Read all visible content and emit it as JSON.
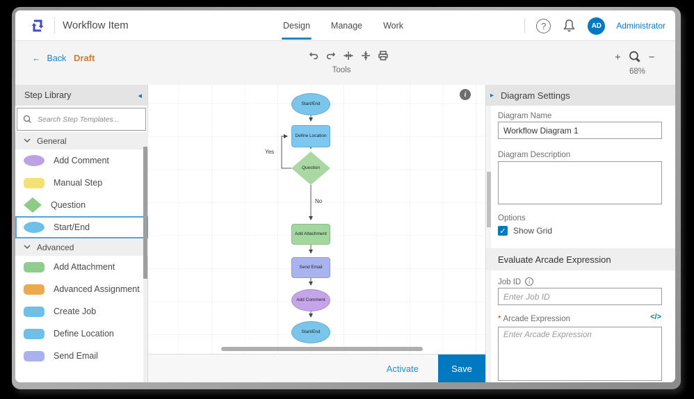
{
  "header": {
    "title": "Workflow Item",
    "tabs": [
      {
        "label": "Design"
      },
      {
        "label": "Manage"
      },
      {
        "label": "Work"
      }
    ],
    "help_glyph": "?",
    "user": {
      "initials": "AD",
      "name": "Administrator"
    }
  },
  "toolbar": {
    "back_label": "Back",
    "back_arrow": "←",
    "status_label": "Draft",
    "tools_label": "Tools",
    "zoom_plus": "+",
    "zoom_minus": "−",
    "zoom_level": "68%"
  },
  "step_library": {
    "title": "Step Library",
    "collapse_glyph": "◂",
    "search_placeholder": "Search Step Templates...",
    "sections": [
      {
        "label": "General",
        "items": [
          {
            "label": "Add Comment",
            "color": "#bda1e6"
          },
          {
            "label": "Manual Step",
            "color": "#f2e274"
          },
          {
            "label": "Question",
            "color": "#8ecb86"
          },
          {
            "label": "Start/End",
            "color": "#6fc0e8"
          }
        ]
      },
      {
        "label": "Advanced",
        "items": [
          {
            "label": "Add Attachment",
            "color": "#8fcc8d"
          },
          {
            "label": "Advanced Assignment",
            "color": "#eca94f"
          },
          {
            "label": "Create Job",
            "color": "#6fc0e8"
          },
          {
            "label": "Define Location",
            "color": "#6fc0e8"
          },
          {
            "label": "Send Email",
            "color": "#a9b2ec"
          }
        ]
      }
    ]
  },
  "canvas": {
    "info_glyph": "i",
    "nodes": [
      {
        "label": "Start/End",
        "color": "#79c5ec"
      },
      {
        "label": "Define Location",
        "color": "#7cc8ee"
      },
      {
        "label": "Question",
        "color": "#a9d8a2"
      },
      {
        "label": "Add Attachment",
        "color": "#a3d7a0"
      },
      {
        "label": "Send Email",
        "color": "#a9b3ee"
      },
      {
        "label": "Add Comment",
        "color": "#c4a5e9"
      },
      {
        "label": "Start/End 2",
        "color": "#79c5ec",
        "display": "Start/End"
      }
    ],
    "edge_labels": {
      "yes": "Yes",
      "no": "No"
    }
  },
  "footer": {
    "activate_label": "Activate",
    "save_label": "Save"
  },
  "diagram_settings": {
    "title": "Diagram Settings",
    "expand_glyph": "▸",
    "name_label": "Diagram Name",
    "name_value": "Workflow Diagram 1",
    "description_label": "Diagram Description",
    "description_value": "",
    "options_label": "Options",
    "show_grid_label": "Show Grid",
    "show_grid_checked_glyph": "✓",
    "arcade_section_title": "Evaluate Arcade Expression",
    "job_id_label": "Job ID",
    "job_id_placeholder": "Enter Job ID",
    "arcade_required_mark": "*",
    "arcade_label": "Arcade Expression",
    "arcade_code_glyph": "</>",
    "arcade_placeholder": "Enter Arcade Expression"
  },
  "colors": {
    "accent": "#0079c1",
    "draft": "#d07c35",
    "logo": "#4348c6"
  }
}
